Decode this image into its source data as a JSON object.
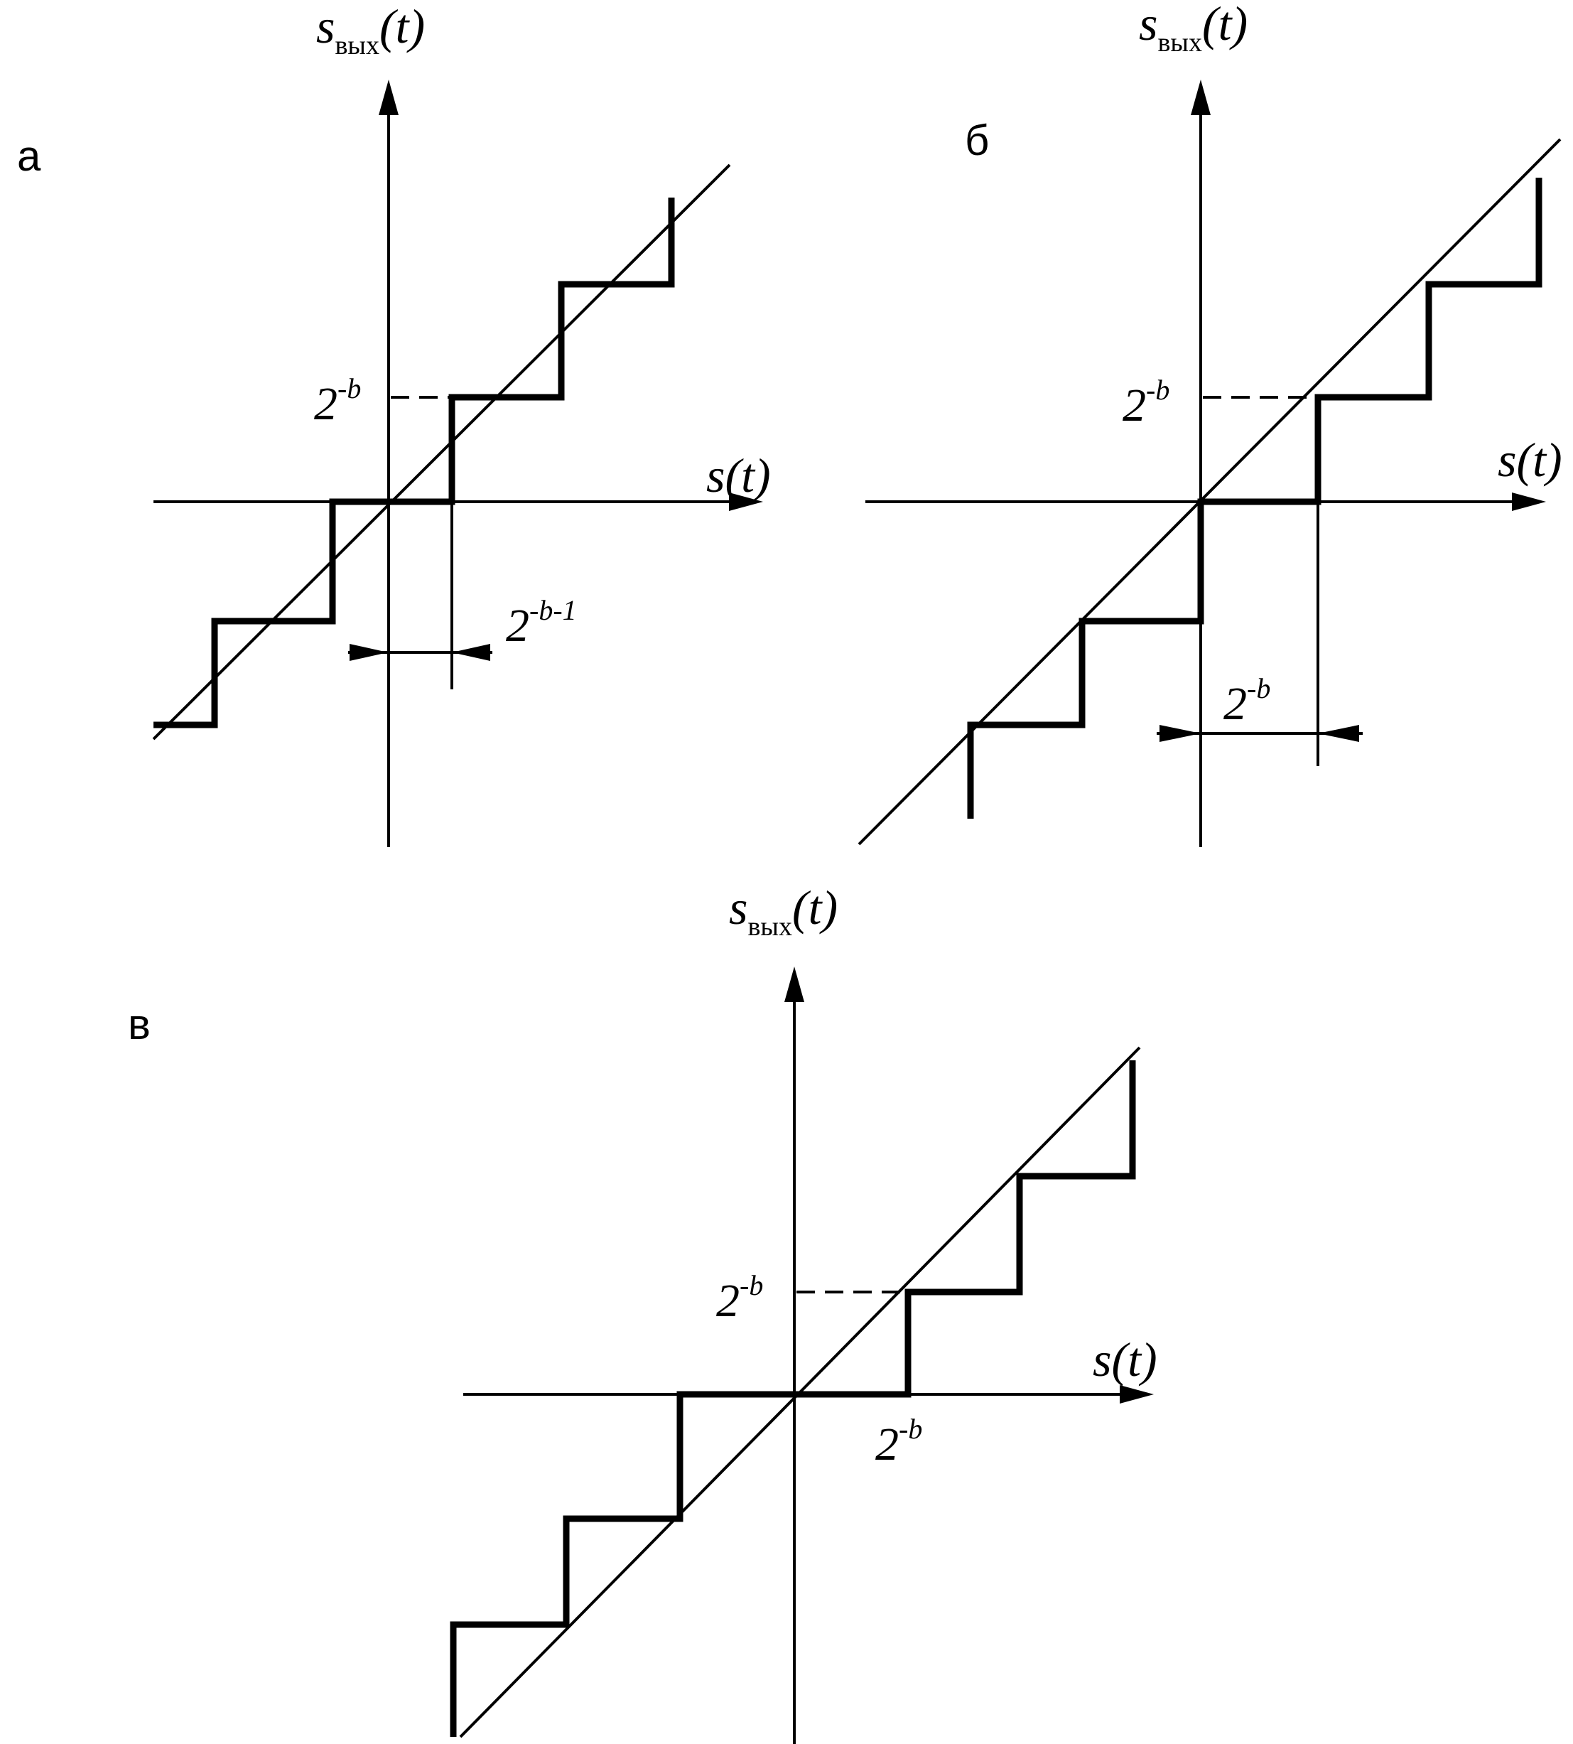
{
  "panels": [
    {
      "letter": "а",
      "y_label": "s",
      "y_label_sub": "вых",
      "y_label_tail": "(t)",
      "x_label": "s(t)",
      "level_label": "2",
      "level_exp": "-b",
      "interval_label": "2",
      "interval_exp": "-b-1"
    },
    {
      "letter": "б",
      "y_label": "s",
      "y_label_sub": "вых",
      "y_label_tail": "(t)",
      "x_label": "s(t)",
      "level_label": "2",
      "level_exp": "-b",
      "interval_label": "2",
      "interval_exp": "-b"
    },
    {
      "letter": "в",
      "y_label": "s",
      "y_label_sub": "вых",
      "y_label_tail": "(t)",
      "x_label": "s(t)",
      "level_label": "2",
      "level_exp": "-b",
      "interval_label": "2",
      "interval_exp": "-b"
    }
  ]
}
